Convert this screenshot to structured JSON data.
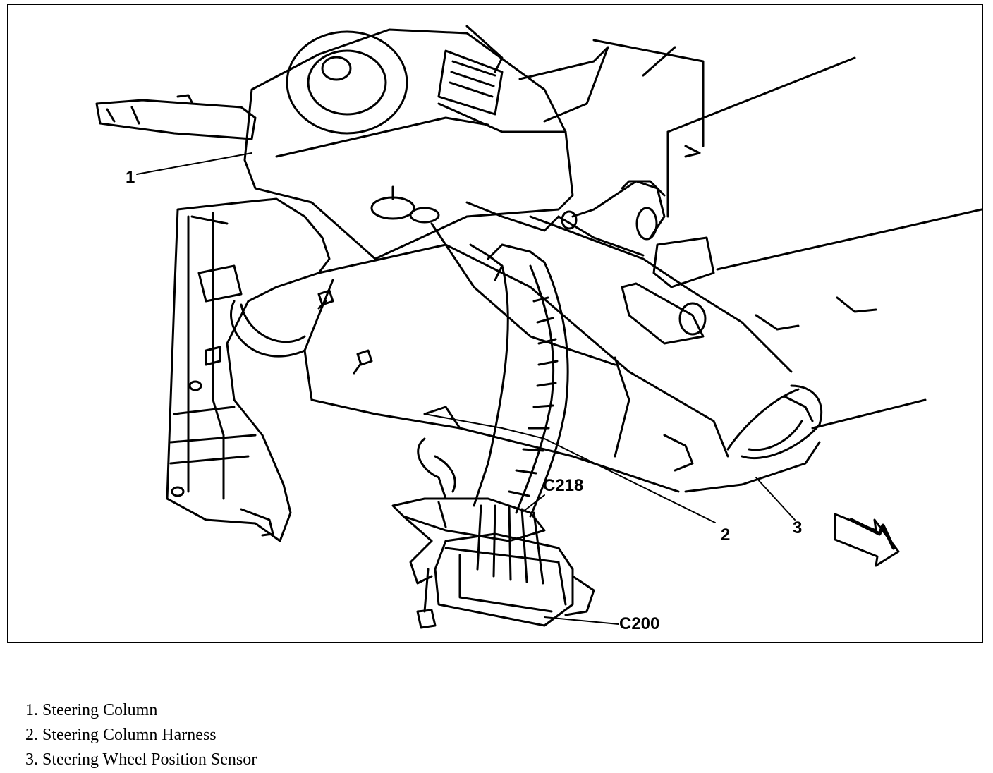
{
  "callouts": {
    "c1": "1",
    "c2": "2",
    "c3": "3",
    "c218": "C218",
    "c200": "C200"
  },
  "legend": [
    {
      "num": "1.",
      "text": "Steering Column"
    },
    {
      "num": "2.",
      "text": "Steering Column Harness"
    },
    {
      "num": "3.",
      "text": "Steering Wheel Position Sensor"
    }
  ]
}
